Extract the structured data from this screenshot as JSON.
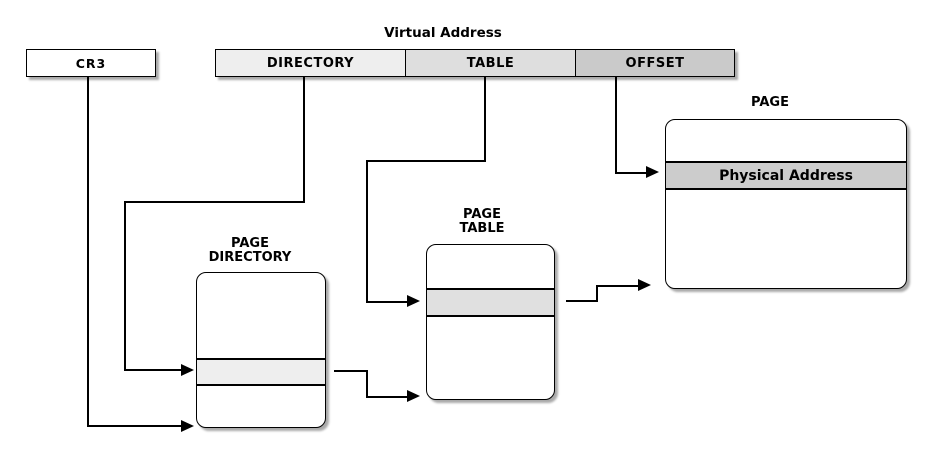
{
  "virtual_address": {
    "title": "Virtual Address",
    "segments": [
      {
        "label": "DIRECTORY",
        "fill": "#eeeeee"
      },
      {
        "label": "TABLE",
        "fill": "#dedede"
      },
      {
        "label": "OFFSET",
        "fill": "#cacaca"
      }
    ]
  },
  "cr3": {
    "label": "CR3"
  },
  "page_directory": {
    "title": "PAGE\nDIRECTORY",
    "row_fill": "#eeeeee"
  },
  "page_table": {
    "title": "PAGE\nTABLE",
    "row_fill": "#e0e0e0"
  },
  "page": {
    "title": "PAGE",
    "row_label": "Physical Address",
    "row_fill": "#cccccc"
  },
  "colors": {
    "line": "#000000",
    "box_border": "#000000",
    "box_fill": "#ffffff",
    "shadow": "#aaaaaa",
    "background": "#ffffff"
  }
}
